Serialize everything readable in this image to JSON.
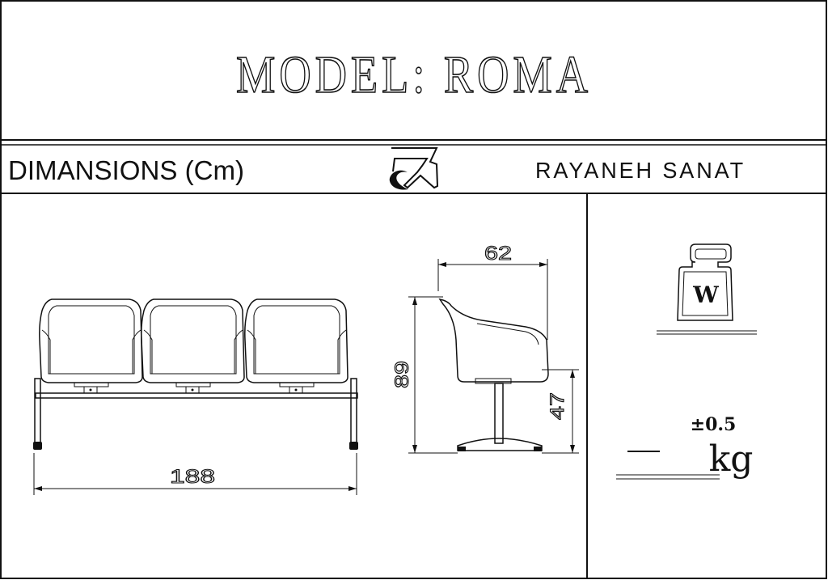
{
  "title": "MODEL: ROMA",
  "header": {
    "dimensions_label": "DIMANSIONS (Cm)",
    "brand": "RAYANEH SANAT",
    "logo_icon": "rayaneh-sanat-logo-icon"
  },
  "front_view": {
    "width_value": "188"
  },
  "side_view": {
    "depth_value": "62",
    "height_value": "89",
    "seat_height_value": "47"
  },
  "weight": {
    "icon_label": "W",
    "tolerance": "±0.5",
    "unit": "kg"
  }
}
